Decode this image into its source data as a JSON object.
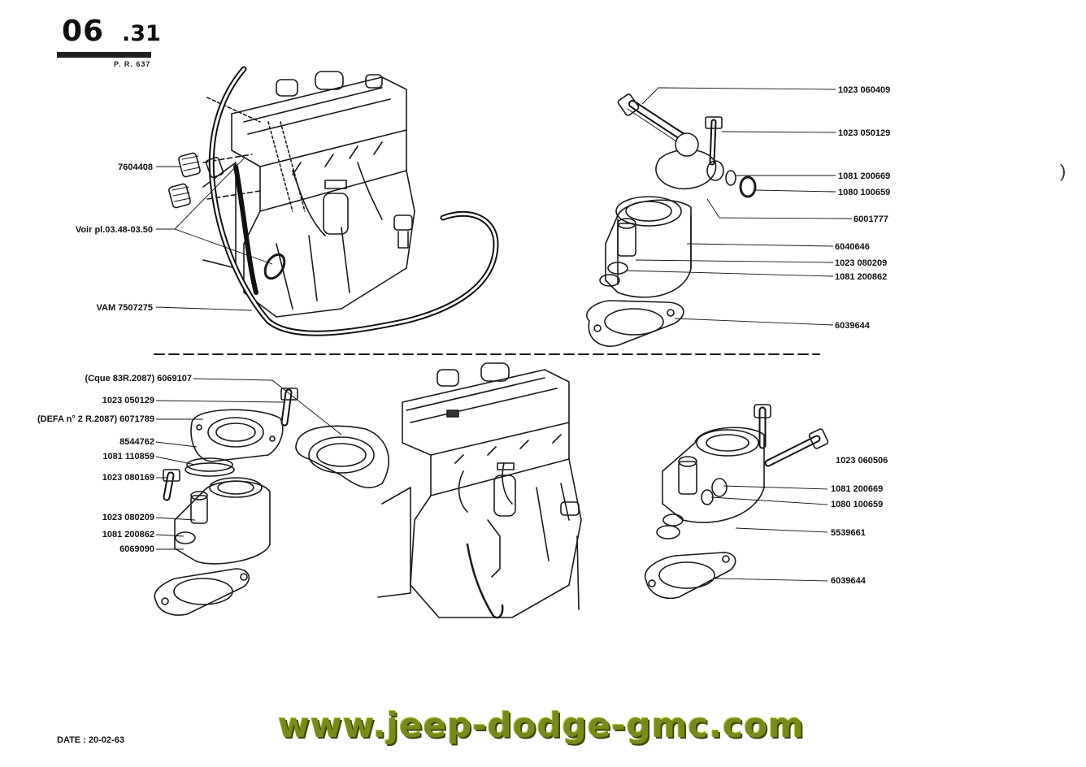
{
  "header": {
    "plate_major": "06",
    "plate_minor": ".31",
    "reference": "P. R. 637"
  },
  "labels_top_left": {
    "l1": "7604408",
    "l2": "Voir pl.03.48-03.50",
    "l3": "VAM  7507275"
  },
  "labels_top_right": {
    "r1": "1023 060409",
    "r2": "1023 050129",
    "r3": "1081 200669",
    "r4": "1080 100659",
    "r5": "6001777",
    "r6": "6040646",
    "r7": "1023 080209",
    "r8": "1081 200862",
    "r9": "6039644"
  },
  "labels_bottom_left": {
    "b1": "(Cque 83R.2087) 6069107",
    "b2": "1023 050129",
    "b3": "(DEFA n° 2 R.2087) 6071789",
    "b4": "8544762",
    "b5": "1081 110859",
    "b6": "1023 080169",
    "b7": "1023 080209",
    "b8": "1081 200862",
    "b9": "6069090"
  },
  "labels_bottom_right": {
    "c1": "1023 060506",
    "c2": "1081 200669",
    "c3": "1080 100659",
    "c4": "5539661",
    "c5": "6039644"
  },
  "footer": {
    "date": "DATE : 20-02-63",
    "watermark": "www.jeep-dodge-gmc.com"
  }
}
